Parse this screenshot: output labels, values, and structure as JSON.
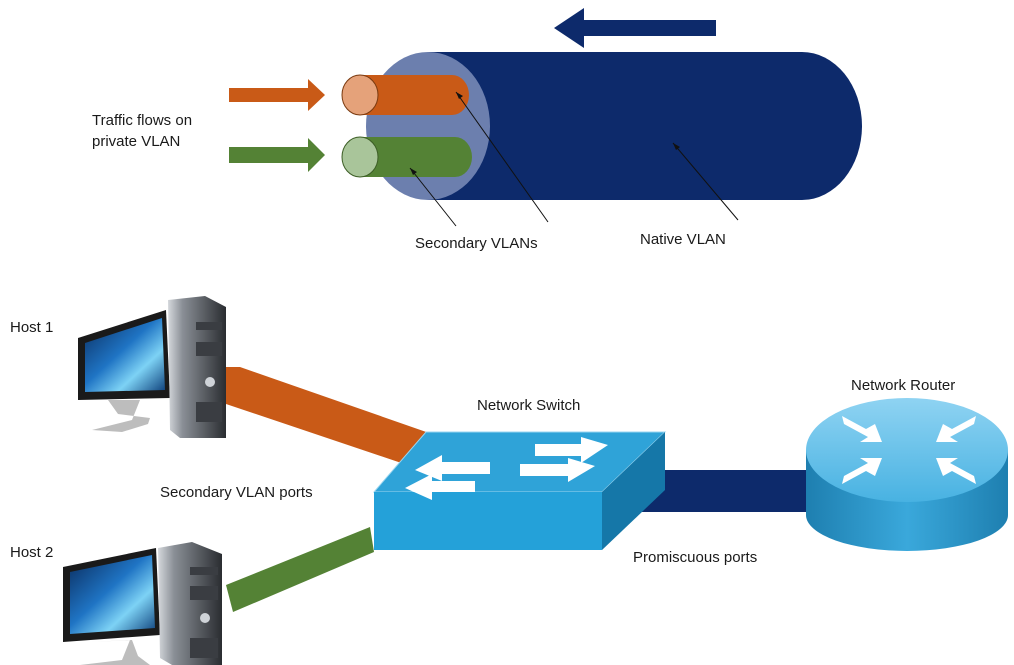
{
  "labels": {
    "traffic_flows": "Traffic flows on\nprivate VLAN",
    "secondary_vlans": "Secondary VLANs",
    "native_vlan": "Native VLAN",
    "host_1": "Host 1",
    "host_2": "Host 2",
    "network_switch": "Network Switch",
    "network_router": "Network Router",
    "secondary_vlan_ports": "Secondary VLAN ports",
    "promiscuous_ports": "Promiscuous ports"
  },
  "colors": {
    "native_vlan": "#0d2a6b",
    "cable_sheath": "#6c7fae",
    "vlan_orange": "#c95a17",
    "vlan_orange_end": "#e5a27a",
    "vlan_green": "#548235",
    "vlan_green_end": "#a9c59a",
    "switch": "#2fa3d8",
    "router": "#35a4d4"
  },
  "icons": {
    "host_1": "desktop-computer-icon",
    "host_2": "desktop-computer-icon",
    "switch": "network-switch-icon",
    "router": "network-router-icon"
  }
}
